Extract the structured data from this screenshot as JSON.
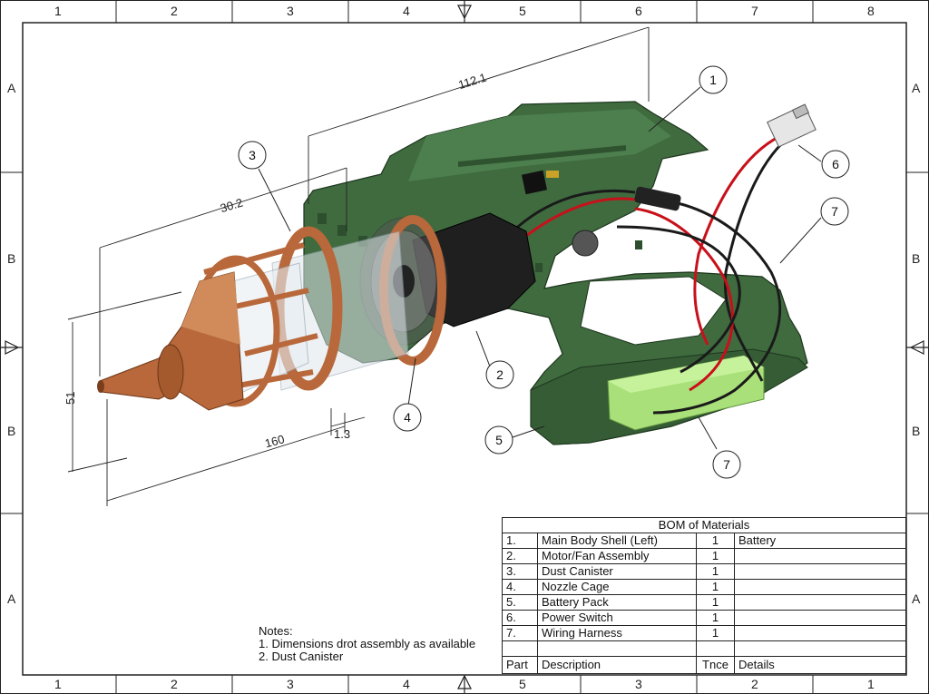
{
  "sheet": {
    "columns_top": [
      "1",
      "2",
      "3",
      "4",
      "5",
      "6",
      "7",
      "8"
    ],
    "columns_bottom": [
      "1",
      "2",
      "3",
      "4",
      "5",
      "3",
      "2",
      "1"
    ],
    "rows_left": [
      "A",
      "B",
      "B",
      "A"
    ],
    "rows_right": [
      "A",
      "B",
      "B",
      "A"
    ]
  },
  "dimensions": {
    "overall_length": "112.1",
    "canister_length": "30.2",
    "height": "51",
    "base_length": "160",
    "gap": "1.3"
  },
  "balloons": [
    "1",
    "2",
    "3",
    "4",
    "5",
    "6",
    "7",
    "7"
  ],
  "colors": {
    "body_green": "#3f6b3f",
    "copper": "#b8683a",
    "battery_green": "#a9e07a",
    "wire_red": "#c8101a",
    "wire_black": "#1a1a1a"
  },
  "notes": {
    "title": "Notes:",
    "line1": "1. Dimensions drot assembly as available",
    "line2": "2. Dust Canister"
  },
  "bom": {
    "title": "BOM of Materials",
    "rows": [
      {
        "part": "1.",
        "desc": "Main Body Shell (Left)",
        "qty": "1",
        "details": "Battery"
      },
      {
        "part": "2.",
        "desc": "Motor/Fan Assembly",
        "qty": "1",
        "details": ""
      },
      {
        "part": "3.",
        "desc": "Dust Canister",
        "qty": "1",
        "details": ""
      },
      {
        "part": "4.",
        "desc": "Nozzle Cage",
        "qty": "1",
        "details": ""
      },
      {
        "part": "5.",
        "desc": "Battery Pack",
        "qty": "1",
        "details": ""
      },
      {
        "part": "6.",
        "desc": "Power Switch",
        "qty": "1",
        "details": ""
      },
      {
        "part": "7.",
        "desc": "Wiring Harness",
        "qty": "1",
        "details": ""
      }
    ],
    "header": {
      "part": "Part",
      "desc": "Description",
      "qty": "Tnce",
      "details": "Details"
    }
  }
}
